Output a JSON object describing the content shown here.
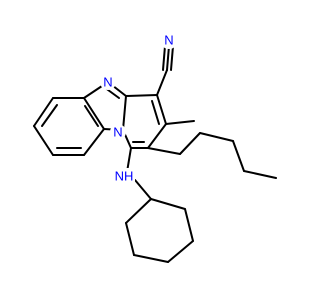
{
  "molecule": {
    "atoms": {
      "nitrile_n": {
        "symbol": "N",
        "color": "#0000ff"
      },
      "ring_n_top": {
        "symbol": "N",
        "color": "#0000ff"
      },
      "ring_n_bridge": {
        "symbol": "N",
        "color": "#0000ff"
      },
      "amine_nh": {
        "symbol": "NH",
        "color": "#0000ff"
      }
    },
    "bond_color": "#000000",
    "background": "#ffffff"
  }
}
